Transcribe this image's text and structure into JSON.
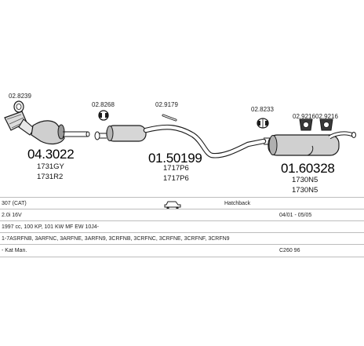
{
  "parts": [
    {
      "code": "02.8239",
      "number": "04.3022",
      "oem": [
        "1731GY",
        "1731R2"
      ]
    },
    {
      "code": "02.8268"
    },
    {
      "code": "02.9179",
      "number": "01.50199",
      "oem": [
        "1717P6",
        "1717P6"
      ]
    },
    {
      "code": "02.8233",
      "number": "01.60328",
      "oem": [
        "1730N5",
        "1730N5"
      ]
    },
    {
      "code": "02.9216"
    },
    {
      "code": "02.9216"
    }
  ],
  "table": {
    "row1": {
      "model": "307 (CAT)",
      "body": "Hatchback",
      "car_icon": "car-icon"
    },
    "row2": {
      "engine": "2.0i 16V",
      "dates": "04/01 - 05/05"
    },
    "row3": {
      "spec": "1997 cc, 100 KP, 101 KW MF EW 10J4-"
    },
    "row4": {
      "codes": "1-7ASRFNB, 3ARFNC, 3ARFNE, 3ARFN9, 3CRFNB, 3CRFNC, 3CRFNE, 3CRFNF, 3CRFN9"
    },
    "row5": {
      "note": "- Kat Man.",
      "ref": "C260 96"
    }
  },
  "colors": {
    "outline": "#1a1a1a",
    "shade": "#8a8a8a",
    "ruler": "#bdbdbd"
  }
}
